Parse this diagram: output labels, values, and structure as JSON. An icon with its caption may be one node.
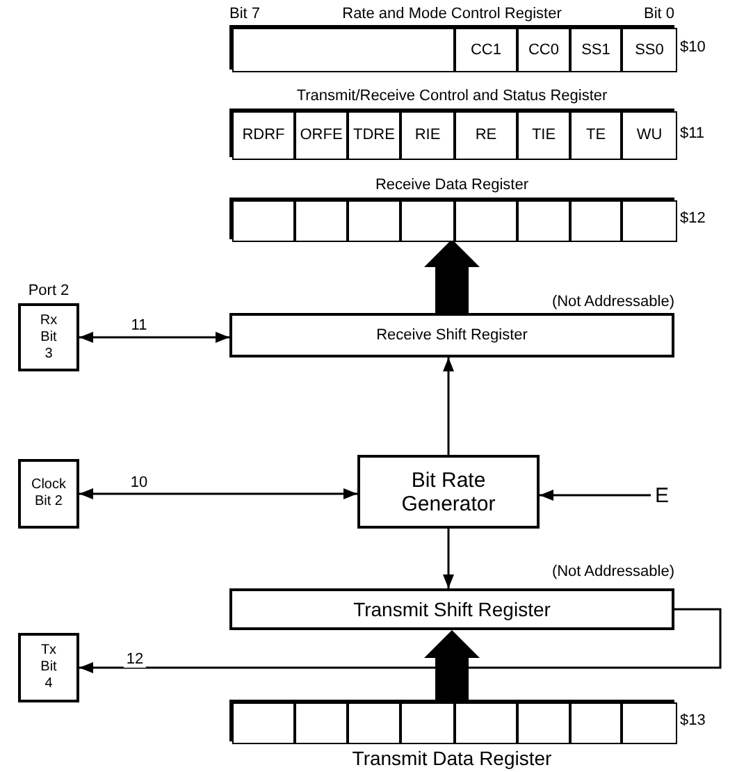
{
  "diagram": {
    "nodes": [
      {
        "text": [
          "Rate and Mode Control Register"
        ],
        "beside": [
          "Bit 7",
          "Bit 0",
          "$10"
        ]
      },
      {
        "text": [],
        "shape": "box",
        "in": 0
      },
      {
        "text": [
          "CC1"
        ],
        "in": 0
      },
      {
        "text": [
          "CC0"
        ],
        "in": 0
      },
      {
        "text": [
          "SS1"
        ],
        "in": 0
      },
      {
        "text": [
          "SS0"
        ],
        "in": 0
      },
      {
        "text": [
          "Transmit/Receive Control and Status Register"
        ],
        "beside": [
          "$11"
        ]
      },
      {
        "text": [
          "RDRF"
        ],
        "in": 6
      },
      {
        "text": [
          "ORFE"
        ],
        "in": 6
      },
      {
        "text": [
          "TDRE"
        ],
        "in": 6
      },
      {
        "text": [
          "RIE"
        ],
        "in": 6
      },
      {
        "text": [
          "RE"
        ],
        "in": 6
      },
      {
        "text": [
          "TIE"
        ],
        "in": 6
      },
      {
        "text": [
          "TE"
        ],
        "in": 6
      },
      {
        "text": [
          "WU"
        ],
        "in": 6
      },
      {
        "text": [
          "Receive Data Register"
        ],
        "beside": [
          "$12"
        ]
      },
      {
        "text": [],
        "shape": "box",
        "in": 15
      },
      {
        "text": [],
        "shape": "box",
        "in": 15
      },
      {
        "text": [],
        "shape": "box",
        "in": 15
      },
      {
        "text": [],
        "shape": "box",
        "in": 15
      },
      {
        "text": [],
        "shape": "box",
        "in": 15
      },
      {
        "text": [],
        "shape": "box",
        "in": 15
      },
      {
        "text": [],
        "shape": "box",
        "in": 15
      },
      {
        "text": [],
        "shape": "box",
        "in": 15
      },
      {
        "text": [
          "Port 2",
          "Rx Bit 3"
        ]
      },
      {
        "text": [
          "Receive Shift Register"
        ],
        "beside": [
          "(Not Addressable)"
        ]
      },
      {
        "text": [
          "Clock Bit 2"
        ]
      },
      {
        "text": [
          "Bit Rate Generator"
        ]
      },
      {
        "text": [
          "E"
        ]
      },
      {
        "text": [
          "Tx Bit 4"
        ]
      },
      {
        "text": [
          "Transmit Shift Register"
        ],
        "beside": [
          "(Not Addressable)"
        ]
      },
      {
        "text": [
          "Transmit Data Register"
        ],
        "beside": [
          "$13"
        ]
      },
      {
        "text": [],
        "shape": "box",
        "in": 31
      },
      {
        "text": [],
        "shape": "box",
        "in": 31
      },
      {
        "text": [],
        "shape": "box",
        "in": 31
      },
      {
        "text": [],
        "shape": "box",
        "in": 31
      },
      {
        "text": [],
        "shape": "box",
        "in": 31
      },
      {
        "text": [],
        "shape": "box",
        "in": 31
      },
      {
        "text": [],
        "shape": "box",
        "in": 31
      },
      {
        "text": [],
        "shape": "box",
        "in": 31
      }
    ],
    "edges": [
      {
        "from": 25,
        "to": 15,
        "arrow": "to",
        "style": "thick"
      },
      {
        "from": 24,
        "to": 25,
        "arrow": "both",
        "label": "11"
      },
      {
        "from": 27,
        "to": 25,
        "arrow": "to"
      },
      {
        "from": 26,
        "to": 27,
        "arrow": "both",
        "label": "10"
      },
      {
        "from": 28,
        "to": 27,
        "arrow": "to"
      },
      {
        "from": 27,
        "to": 30,
        "arrow": "to"
      },
      {
        "from": 30,
        "to": 29,
        "arrow": "to",
        "label": "12"
      },
      {
        "from": 31,
        "to": 30,
        "arrow": "to",
        "style": "thick"
      }
    ]
  }
}
